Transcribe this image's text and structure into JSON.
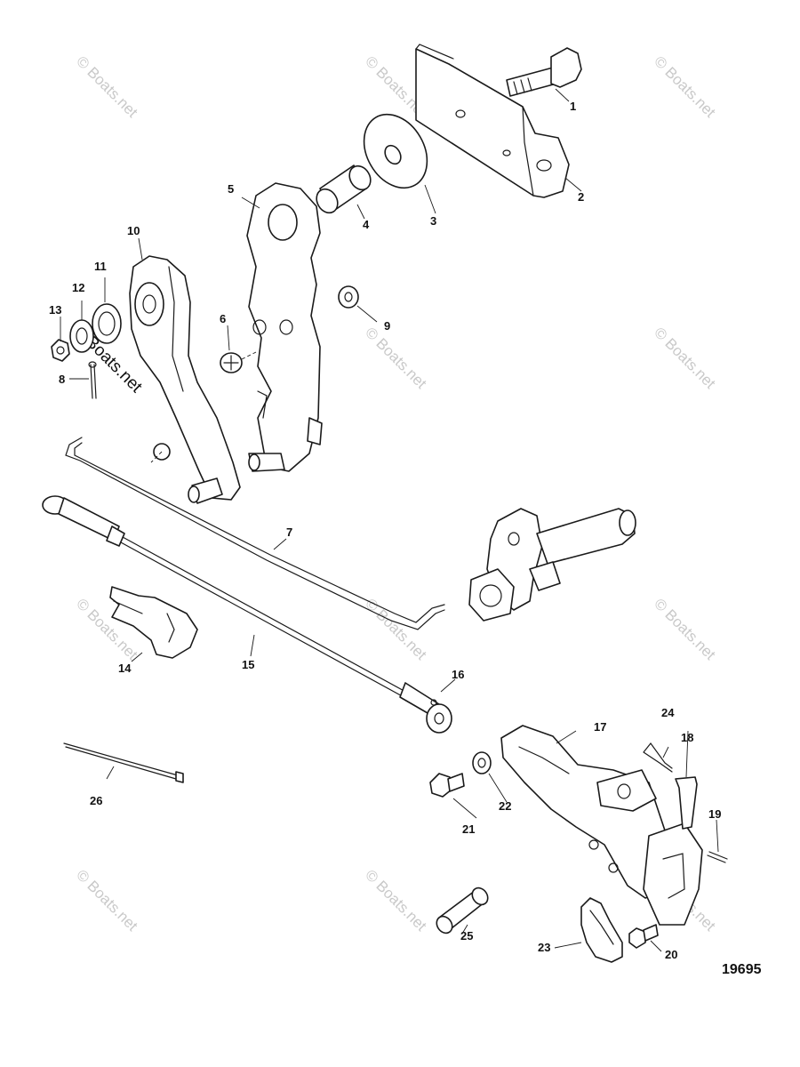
{
  "diagram": {
    "figure_number": "19695",
    "watermark_text": "© Boats.net",
    "callouts": [
      "1",
      "2",
      "3",
      "4",
      "5",
      "6",
      "7",
      "8",
      "9",
      "10",
      "11",
      "12",
      "13",
      "14",
      "15",
      "16",
      "17",
      "18",
      "19",
      "20",
      "21",
      "22",
      "23",
      "24",
      "25",
      "26"
    ]
  }
}
